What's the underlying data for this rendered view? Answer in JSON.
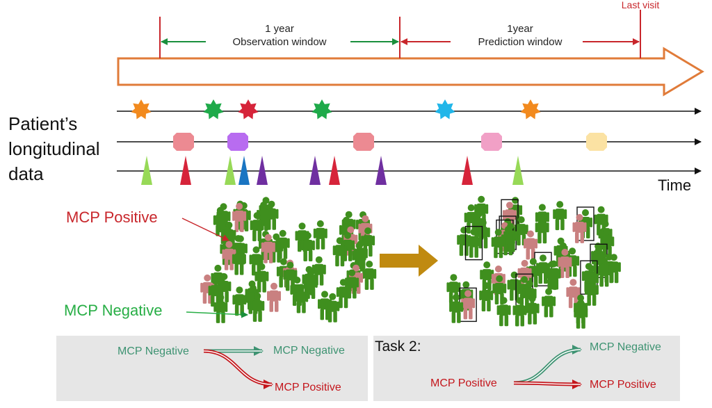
{
  "timeline": {
    "last_visit_label": "Last visit",
    "observation_title": "1 year",
    "observation_subtitle": "Observation window",
    "prediction_title": "1year",
    "prediction_subtitle": "Prediction window"
  },
  "left_label": {
    "line1": "Patient’s",
    "line2": "longitudinal",
    "line3": "data"
  },
  "time_label": "Time",
  "population": {
    "positive_label": "MCP Positive",
    "negative_label": "MCP Negative"
  },
  "task1": {
    "source": "MCP Negative",
    "target_negative": "MCP Negative",
    "target_positive": "MCP Positive"
  },
  "task2": {
    "title": "Task 2:",
    "source": "MCP Positive",
    "target_negative": "MCP Negative",
    "target_positive": "MCP Positive"
  },
  "colors": {
    "timeline_arrow": "#e07b39",
    "positive": "#c8262b",
    "negative": "#27ae45",
    "person_green": "#3f8f1e",
    "person_pink": "#c98080",
    "transition_arrow": "#c08a10",
    "panel_bg": "#e6e6e6",
    "teal_arrow": "#3e9372"
  }
}
